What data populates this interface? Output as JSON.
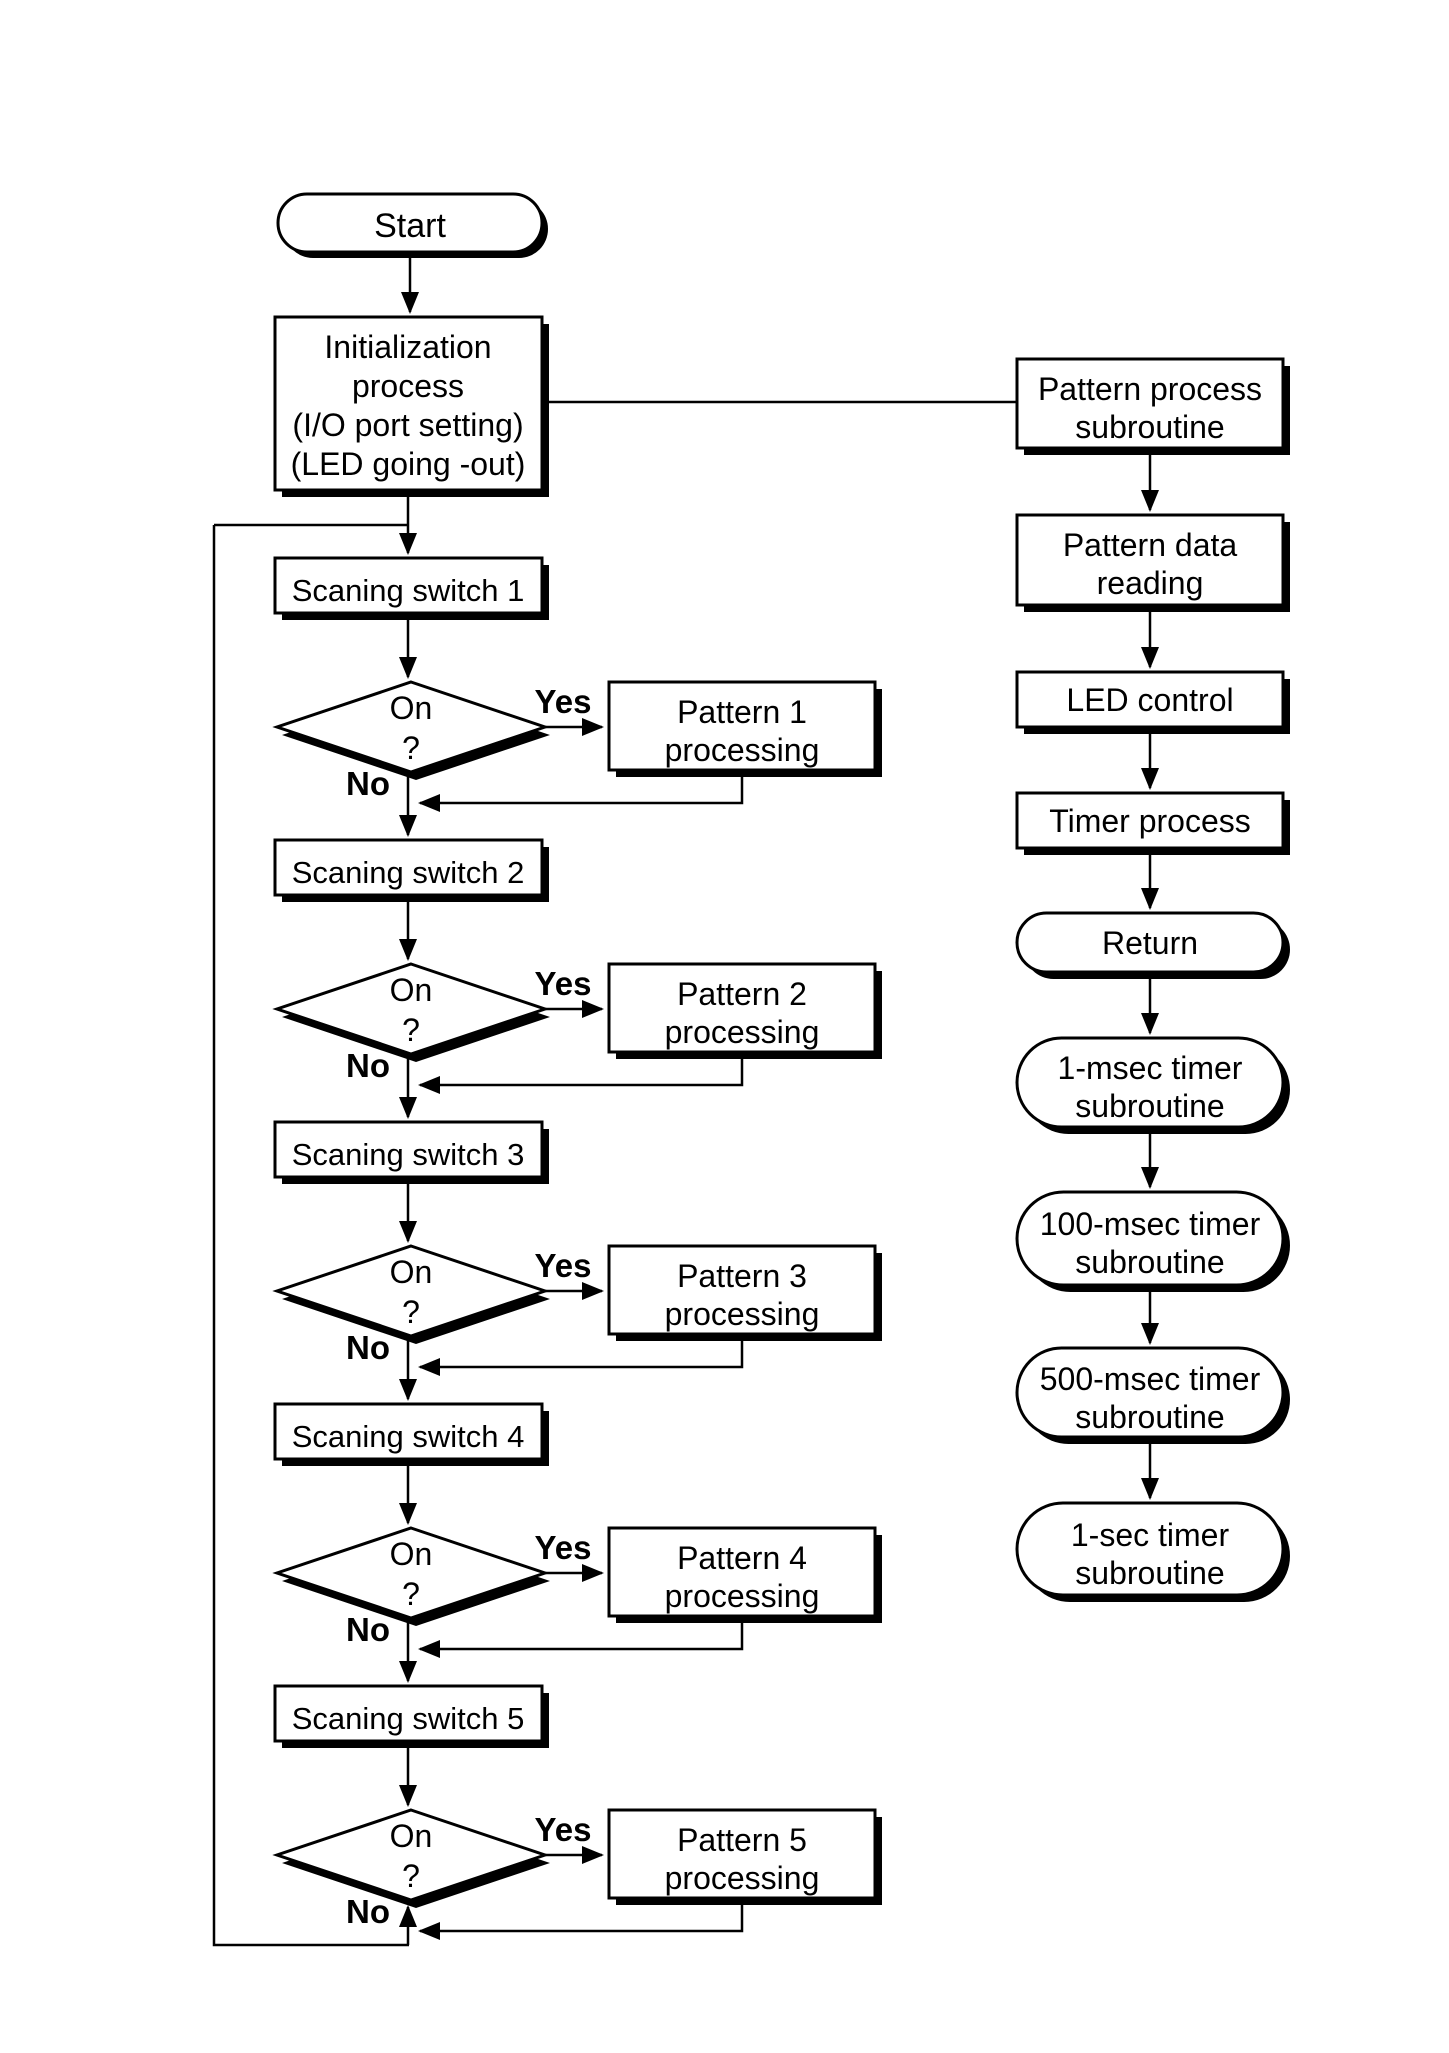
{
  "flowchart": {
    "colors": {
      "ink": "#000000",
      "background": "#ffffff"
    },
    "start": {
      "label": "Start"
    },
    "initialization": {
      "line1": "Initialization",
      "line2": "process",
      "line3": "(I/O port setting)",
      "line4": "(LED going -out)"
    },
    "steps": [
      {
        "scan": "Scaning switch 1",
        "on": "On",
        "q": "?",
        "yes": "Yes",
        "no": "No",
        "pattern_line1": "Pattern 1",
        "pattern_line2": "processing"
      },
      {
        "scan": "Scaning switch 2",
        "on": "On",
        "q": "?",
        "yes": "Yes",
        "no": "No",
        "pattern_line1": "Pattern 2",
        "pattern_line2": "processing"
      },
      {
        "scan": "Scaning switch 3",
        "on": "On",
        "q": "?",
        "yes": "Yes",
        "no": "No",
        "pattern_line1": "Pattern 3",
        "pattern_line2": "processing"
      },
      {
        "scan": "Scaning switch 4",
        "on": "On",
        "q": "?",
        "yes": "Yes",
        "no": "No",
        "pattern_line1": "Pattern 4",
        "pattern_line2": "processing"
      },
      {
        "scan": "Scaning switch 5",
        "on": "On",
        "q": "?",
        "yes": "Yes",
        "no": "No",
        "pattern_line1": "Pattern 5",
        "pattern_line2": "processing"
      }
    ],
    "subroutine": {
      "pattern_process": {
        "line1": "Pattern process",
        "line2": "subroutine"
      },
      "pattern_data": {
        "line1": "Pattern data",
        "line2": "reading"
      },
      "led_control": {
        "label": "LED control"
      },
      "timer_process": {
        "label": "Timer process"
      },
      "return": {
        "label": "Return"
      },
      "timer_1msec": {
        "line1": "1-msec timer",
        "line2": "subroutine"
      },
      "timer_100msec": {
        "line1": "100-msec timer",
        "line2": "subroutine"
      },
      "timer_500msec": {
        "line1": "500-msec timer",
        "line2": "subroutine"
      },
      "timer_1sec": {
        "line1": "1-sec timer",
        "line2": "subroutine"
      }
    }
  }
}
